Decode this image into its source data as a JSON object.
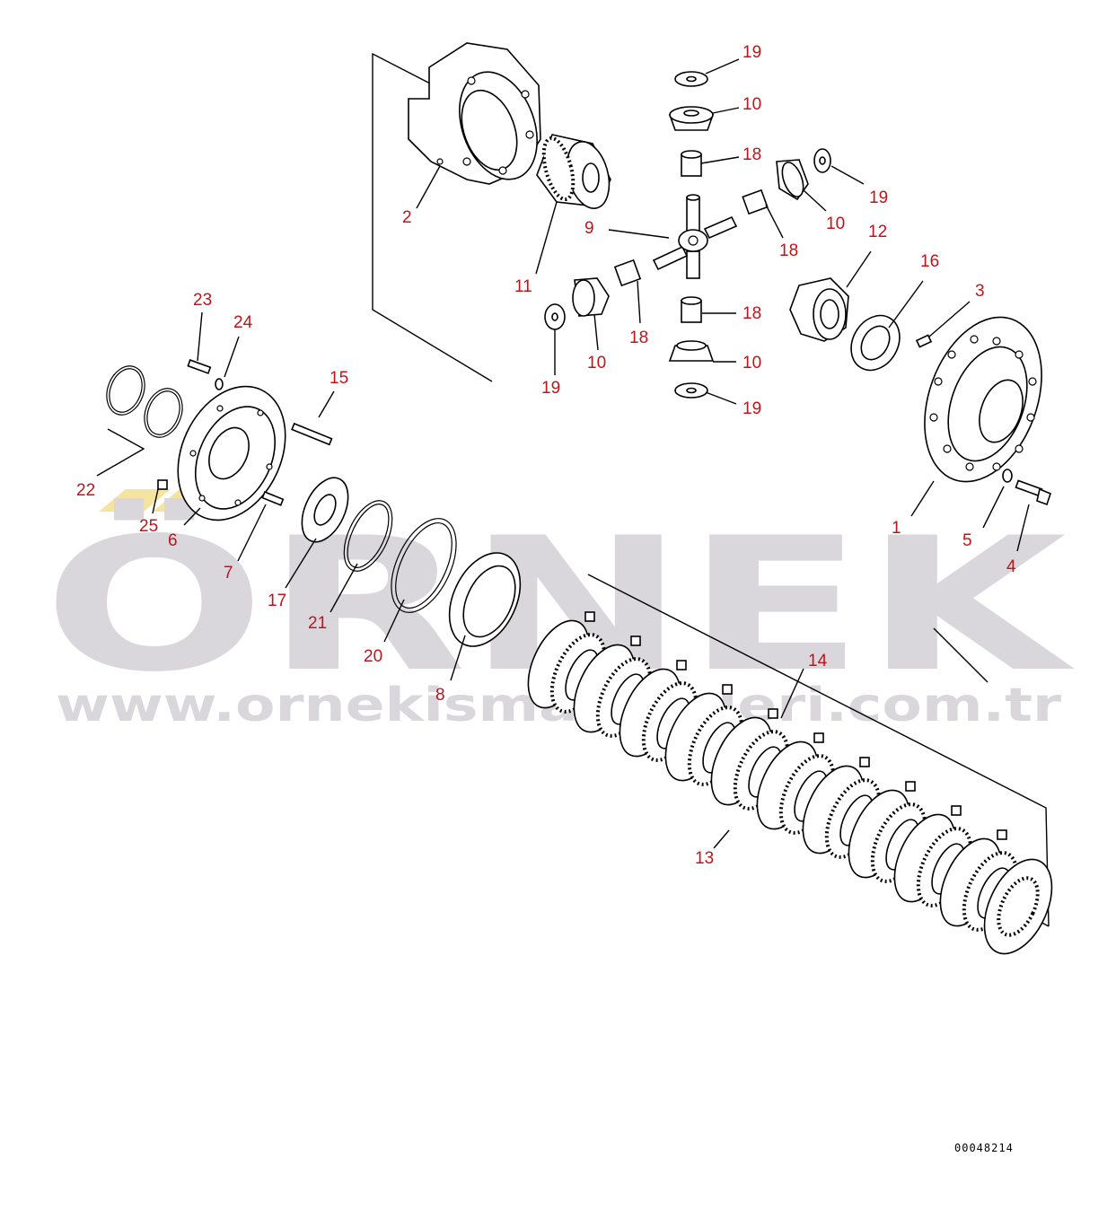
{
  "watermark": {
    "brand": "ÖRNEK",
    "url": "www.ornekismakineleri.com.tr",
    "color": "#d9d7dc",
    "accent": "#f5e3a0"
  },
  "drawing_number": "00048214",
  "callout_color": "#c0141a",
  "callouts": [
    {
      "id": "c19a",
      "label": "19"
    },
    {
      "id": "c10a",
      "label": "10"
    },
    {
      "id": "c18a",
      "label": "18"
    },
    {
      "id": "c19b",
      "label": "19"
    },
    {
      "id": "c10b",
      "label": "10"
    },
    {
      "id": "c2",
      "label": "2"
    },
    {
      "id": "c9",
      "label": "9"
    },
    {
      "id": "c18b",
      "label": "18"
    },
    {
      "id": "c12",
      "label": "12"
    },
    {
      "id": "c11",
      "label": "11"
    },
    {
      "id": "c16",
      "label": "16"
    },
    {
      "id": "c3",
      "label": "3"
    },
    {
      "id": "c23",
      "label": "23"
    },
    {
      "id": "c24",
      "label": "24"
    },
    {
      "id": "c18c",
      "label": "18"
    },
    {
      "id": "c18d",
      "label": "18"
    },
    {
      "id": "c10c",
      "label": "10"
    },
    {
      "id": "c10d",
      "label": "10"
    },
    {
      "id": "c19c",
      "label": "19"
    },
    {
      "id": "c19d",
      "label": "19"
    },
    {
      "id": "c15",
      "label": "15"
    },
    {
      "id": "c22",
      "label": "22"
    },
    {
      "id": "c25",
      "label": "25"
    },
    {
      "id": "c6",
      "label": "6"
    },
    {
      "id": "c1",
      "label": "1"
    },
    {
      "id": "c5",
      "label": "5"
    },
    {
      "id": "c4",
      "label": "4"
    },
    {
      "id": "c7",
      "label": "7"
    },
    {
      "id": "c17",
      "label": "17"
    },
    {
      "id": "c21",
      "label": "21"
    },
    {
      "id": "c20",
      "label": "20"
    },
    {
      "id": "c8",
      "label": "8"
    },
    {
      "id": "c14",
      "label": "14"
    },
    {
      "id": "c13",
      "label": "13"
    }
  ]
}
